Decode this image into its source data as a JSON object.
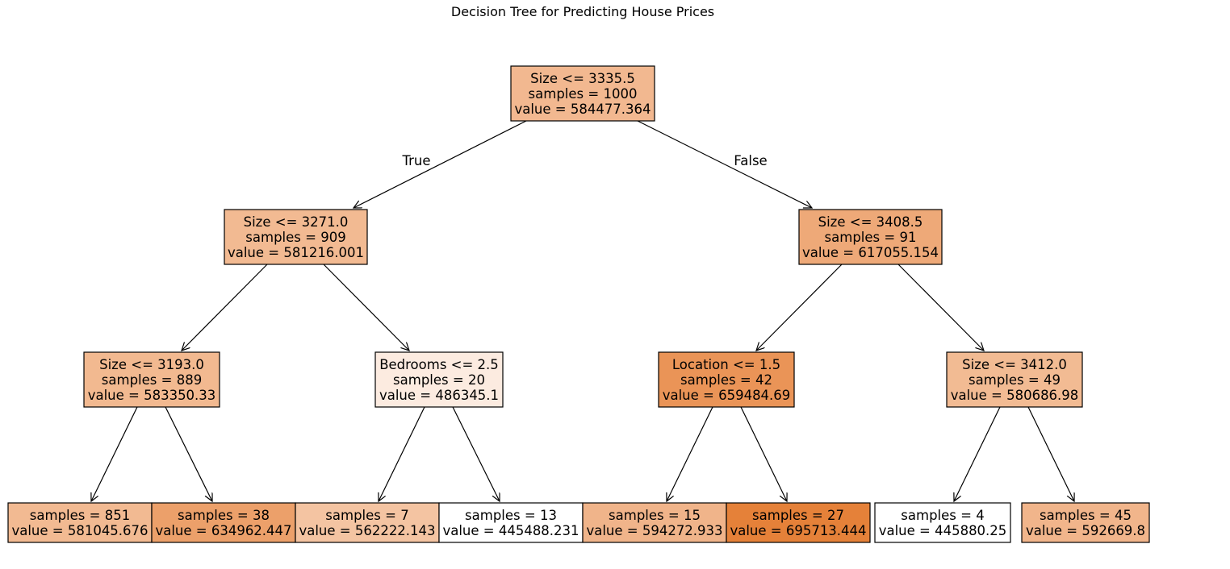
{
  "title": "Decision Tree for Predicting House Prices",
  "edge_labels": {
    "left": "True",
    "right": "False"
  },
  "nodes": [
    {
      "id": "n0",
      "lines": [
        "Size <= 3335.5",
        "samples = 1000",
        "value = 584477.364"
      ],
      "fill": "#f2b890"
    },
    {
      "id": "n1",
      "lines": [
        "Size <= 3271.0",
        "samples = 909",
        "value = 581216.001"
      ],
      "fill": "#f2ba92"
    },
    {
      "id": "n2",
      "lines": [
        "Size <= 3408.5",
        "samples = 91",
        "value = 617055.154"
      ],
      "fill": "#eea978"
    },
    {
      "id": "n3",
      "lines": [
        "Size <= 3193.0",
        "samples = 889",
        "value = 583350.33"
      ],
      "fill": "#f2b990"
    },
    {
      "id": "n4",
      "lines": [
        "Bedrooms <= 2.5",
        "samples = 20",
        "value = 486345.1"
      ],
      "fill": "#fcebe0"
    },
    {
      "id": "n5",
      "lines": [
        "Location <= 1.5",
        "samples = 42",
        "value = 659484.69"
      ],
      "fill": "#ea9457"
    },
    {
      "id": "n6",
      "lines": [
        "Size <= 3412.0",
        "samples = 49",
        "value = 580686.98"
      ],
      "fill": "#f2bb93"
    },
    {
      "id": "n7",
      "lines": [
        "samples = 851",
        "value = 581045.676"
      ],
      "fill": "#f2ba92"
    },
    {
      "id": "n8",
      "lines": [
        "samples = 38",
        "value = 634962.447"
      ],
      "fill": "#eca06a"
    },
    {
      "id": "n9",
      "lines": [
        "samples = 7",
        "value = 562222.143"
      ],
      "fill": "#f4c4a2"
    },
    {
      "id": "n10",
      "lines": [
        "samples = 13",
        "value = 445488.231"
      ],
      "fill": "#ffffff"
    },
    {
      "id": "n11",
      "lines": [
        "samples = 15",
        "value = 594272.933"
      ],
      "fill": "#f0b48a"
    },
    {
      "id": "n12",
      "lines": [
        "samples = 27",
        "value = 695713.444"
      ],
      "fill": "#e58139"
    },
    {
      "id": "n13",
      "lines": [
        "samples = 4",
        "value = 445880.25"
      ],
      "fill": "#ffffff"
    },
    {
      "id": "n14",
      "lines": [
        "samples = 45",
        "value = 592669.8"
      ],
      "fill": "#f1b58b"
    }
  ],
  "edges": [
    {
      "from": "n0",
      "to": "n1",
      "label": "left"
    },
    {
      "from": "n0",
      "to": "n2",
      "label": "right"
    },
    {
      "from": "n1",
      "to": "n3"
    },
    {
      "from": "n1",
      "to": "n4"
    },
    {
      "from": "n2",
      "to": "n5"
    },
    {
      "from": "n2",
      "to": "n6"
    },
    {
      "from": "n3",
      "to": "n7"
    },
    {
      "from": "n3",
      "to": "n8"
    },
    {
      "from": "n4",
      "to": "n9"
    },
    {
      "from": "n4",
      "to": "n10"
    },
    {
      "from": "n5",
      "to": "n11"
    },
    {
      "from": "n5",
      "to": "n12"
    },
    {
      "from": "n6",
      "to": "n13"
    },
    {
      "from": "n6",
      "to": "n14"
    }
  ]
}
